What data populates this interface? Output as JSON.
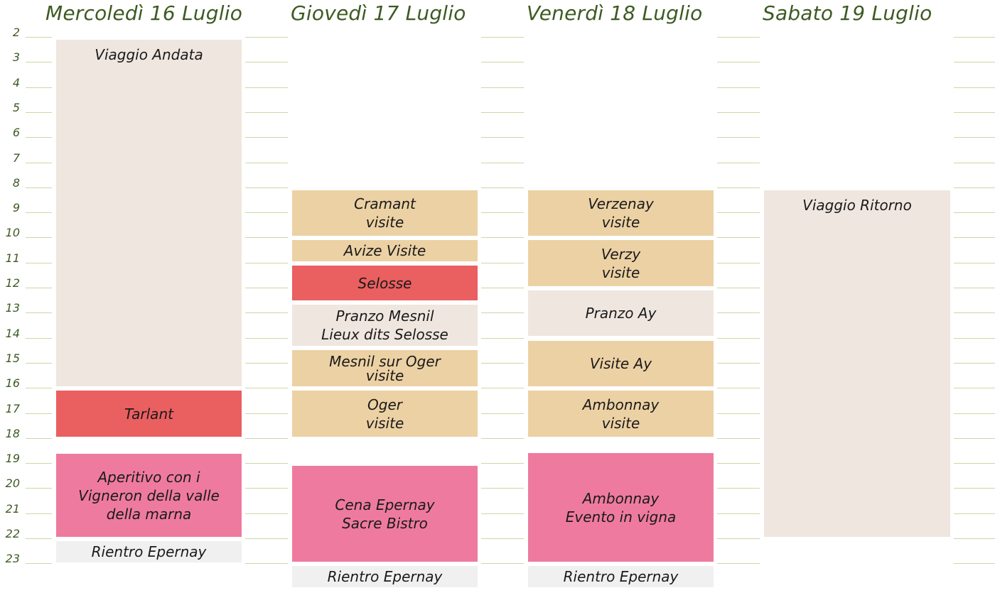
{
  "days": [
    "Mercoledì 16 Luglio",
    "Giovedì 17 Luglio",
    "Venerdì 18 Luglio",
    "Sabato 19 Luglio"
  ],
  "hours": [
    "2",
    "3",
    "4",
    "5",
    "6",
    "7",
    "8",
    "9",
    "10",
    "11",
    "12",
    "13",
    "14",
    "15",
    "16",
    "17",
    "18",
    "19",
    "20",
    "21",
    "22",
    "23"
  ],
  "events": {
    "wed": {
      "viaggio_andata": "Viaggio Andata",
      "tarlant": "Tarlant",
      "aperitivo": "Aperitivo con i\nVigneron della valle\ndella marna",
      "rientro": "Rientro Epernay"
    },
    "thu": {
      "cramant": "Cramant\nvisite",
      "avize": "Avize Visite",
      "selosse": "Selosse",
      "pranzo_mesnil": "Pranzo Mesnil\nLieux dits Selosse",
      "mesnil_oger": "Mesnil sur Oger\nvisite",
      "oger": "Oger\nvisite",
      "cena": "Cena Epernay\nSacre Bistro",
      "rientro": "Rientro Epernay"
    },
    "fri": {
      "verzenay": "Verzenay\nvisite",
      "verzy": "Verzy\nvisite",
      "pranzo_ay": "Pranzo Ay",
      "visite_ay": "Visite Ay",
      "ambonnay_visite": "Ambonnay\nvisite",
      "ambonnay_evento": "Ambonnay\nEvento in vigna",
      "rientro": "Rientro Epernay"
    },
    "sat": {
      "viaggio_ritorno": "Viaggio Ritorno"
    }
  },
  "colors": {
    "header_text": "#3d5a22",
    "grid_line": "#c9d9a4",
    "travel_beige": "#efe6df",
    "visit_tan": "#ecd1a4",
    "highlight_red": "#ea5f60",
    "dinner_pink": "#ee7b9f",
    "return_grey": "#f0f0f0"
  }
}
